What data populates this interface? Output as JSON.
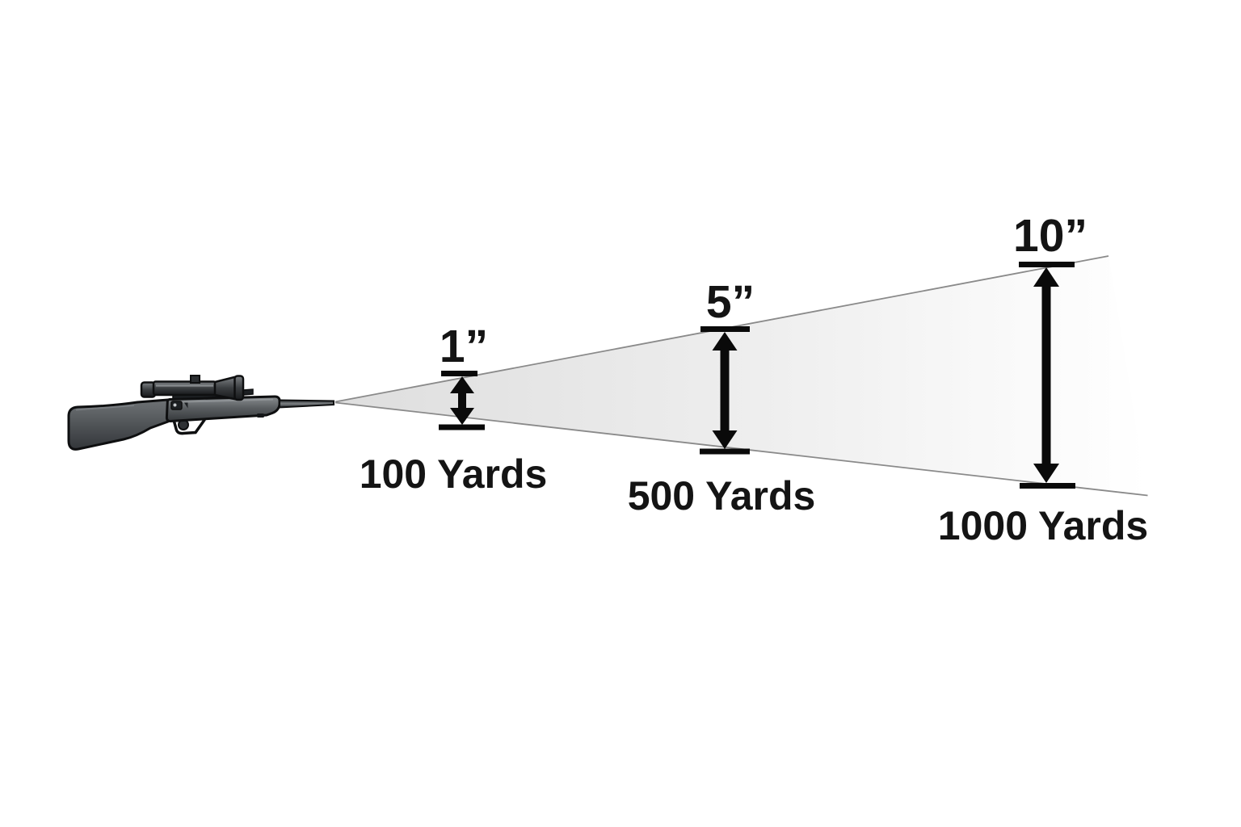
{
  "diagram": {
    "description": "Rifle MOA spread cone diagram",
    "measurements": [
      {
        "size": "1”",
        "distance": "100 Yards"
      },
      {
        "size": "5”",
        "distance": "500 Yards"
      },
      {
        "size": "10”",
        "distance": "1000 Yards"
      }
    ],
    "colors": {
      "background": "#ffffff",
      "label_text": "#141414",
      "arrow": "#0a0a0a",
      "cone_fill_near": "#dedede",
      "cone_fill_far": "#ffffff",
      "cone_edge": "#8a8a8a",
      "rifle_outline": "#0e0f10",
      "rifle_body": "#54585b"
    }
  }
}
